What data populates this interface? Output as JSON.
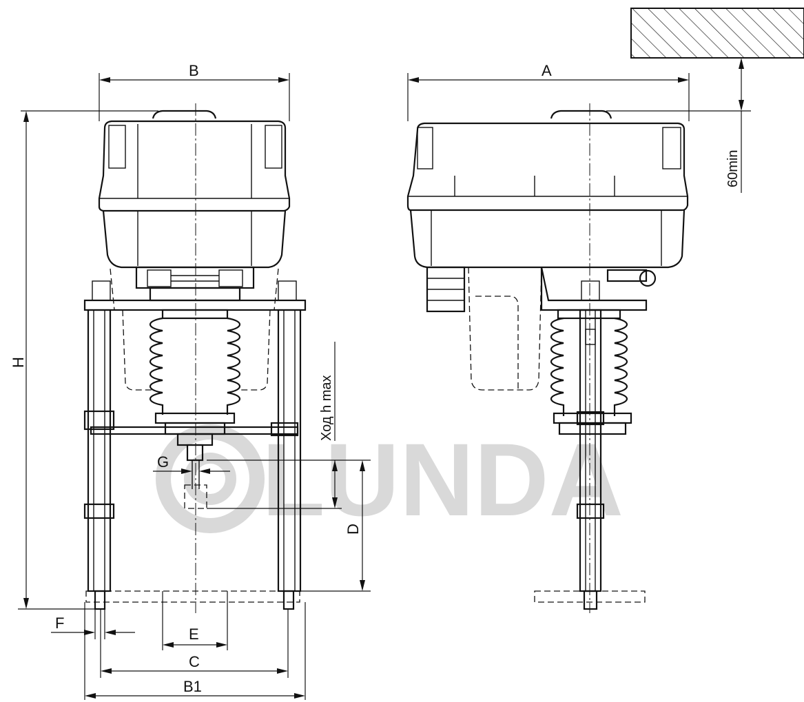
{
  "labels": {
    "A": "A",
    "B": "B",
    "B1": "B1",
    "C": "C",
    "D": "D",
    "E": "E",
    "F": "F",
    "G": "G",
    "H": "H",
    "stroke": "Ход h max",
    "clearance": "60min"
  },
  "watermark": "LUNDA",
  "colors": {
    "line": "#111111",
    "watermark": "#d9d9d9"
  }
}
